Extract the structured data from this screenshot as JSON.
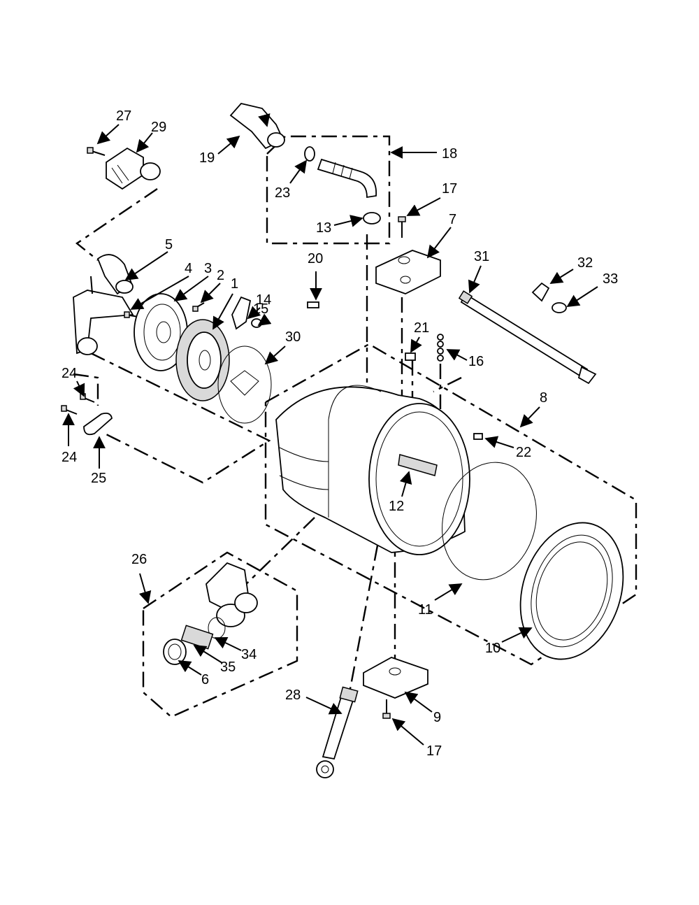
{
  "colors": {
    "line": "#000000",
    "background": "#ffffff",
    "shade": "#d9d9d9"
  },
  "labels": {
    "l1": "1",
    "l2": "2",
    "l3": "3",
    "l4": "4",
    "l5": "5",
    "l6": "6",
    "l7": "7",
    "l8": "8",
    "l9": "9",
    "l10": "10",
    "l11": "11",
    "l12": "12",
    "l13": "13",
    "l14": "14",
    "l15": "15",
    "l16": "16",
    "l17a": "17",
    "l17b": "17",
    "l18": "18",
    "l19": "19",
    "l20": "20",
    "l21": "21",
    "l22": "22",
    "l23": "23",
    "l24a": "24",
    "l24b": "24",
    "l25": "25",
    "l26": "26",
    "l27": "27",
    "l28": "28",
    "l29": "29",
    "l30": "30",
    "l31": "31",
    "l32": "32",
    "l33": "33",
    "l34": "34",
    "l35": "35"
  }
}
